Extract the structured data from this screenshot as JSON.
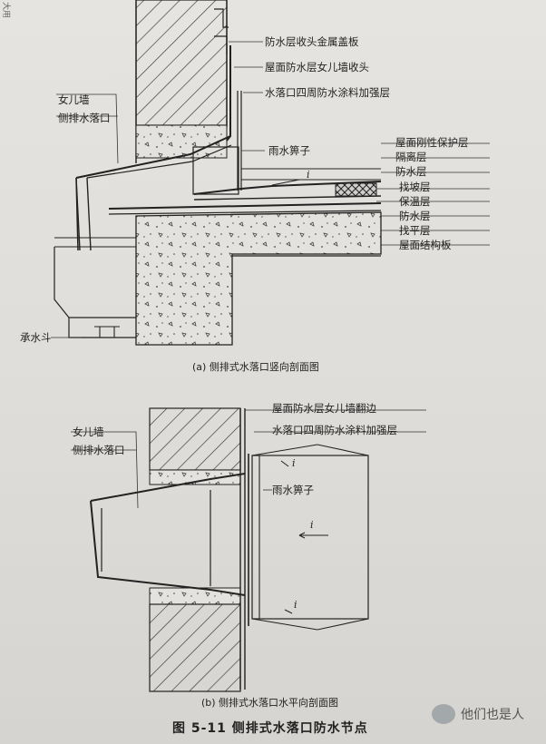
{
  "figure_a": {
    "labels_right": {
      "metal_cover": "防水层收头金属盖板",
      "parapet_end": "屋面防水层女儿墙收头",
      "coating_reinforce": "水落口四周防水涂料加强层",
      "grate": "雨水箅子",
      "rigid_protect": "屋面刚性保护层",
      "isolation": "隔离层",
      "waterproof1": "防水层",
      "slope": "找坡层",
      "insulation": "保温层",
      "waterproof2": "防水层",
      "leveling": "找平层",
      "structure": "屋面结构板"
    },
    "labels_left": {
      "parapet": "女儿墙",
      "outlet": "侧排水落口",
      "hopper": "承水斗"
    },
    "caption": "(a) 侧排式水落口竖向剖面图",
    "flow_mark": "i"
  },
  "figure_b": {
    "labels_right": {
      "parapet_turn": "屋面防水层女儿墙翻边",
      "coating_reinforce": "水落口四周防水涂料加强层",
      "grate": "雨水箅子"
    },
    "labels_left": {
      "parapet": "女儿墙",
      "outlet": "侧排水落口"
    },
    "caption": "(b) 侧排式水落口水平向剖面图",
    "flow_mark": "i"
  },
  "figure_title": "图 5-11    侧排式水落口防水节点",
  "watermark": "他们也是人",
  "corner_text": "大用"
}
